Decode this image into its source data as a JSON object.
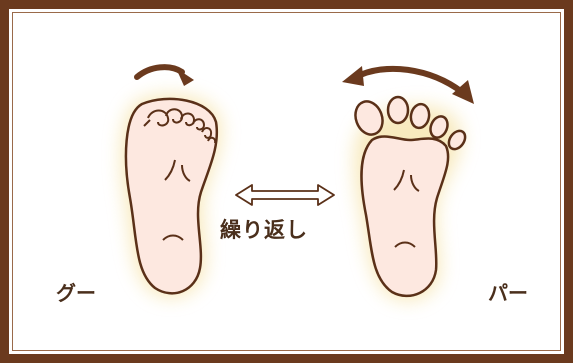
{
  "labels": {
    "left": "グー",
    "center": "繰り返し",
    "right": "パー"
  },
  "colors": {
    "frame": "#6b3a1e",
    "foot_fill": "#fde8e0",
    "foot_outline": "#5a3018",
    "glow": "#f3d98a",
    "arrow": "#6b3a1e"
  }
}
